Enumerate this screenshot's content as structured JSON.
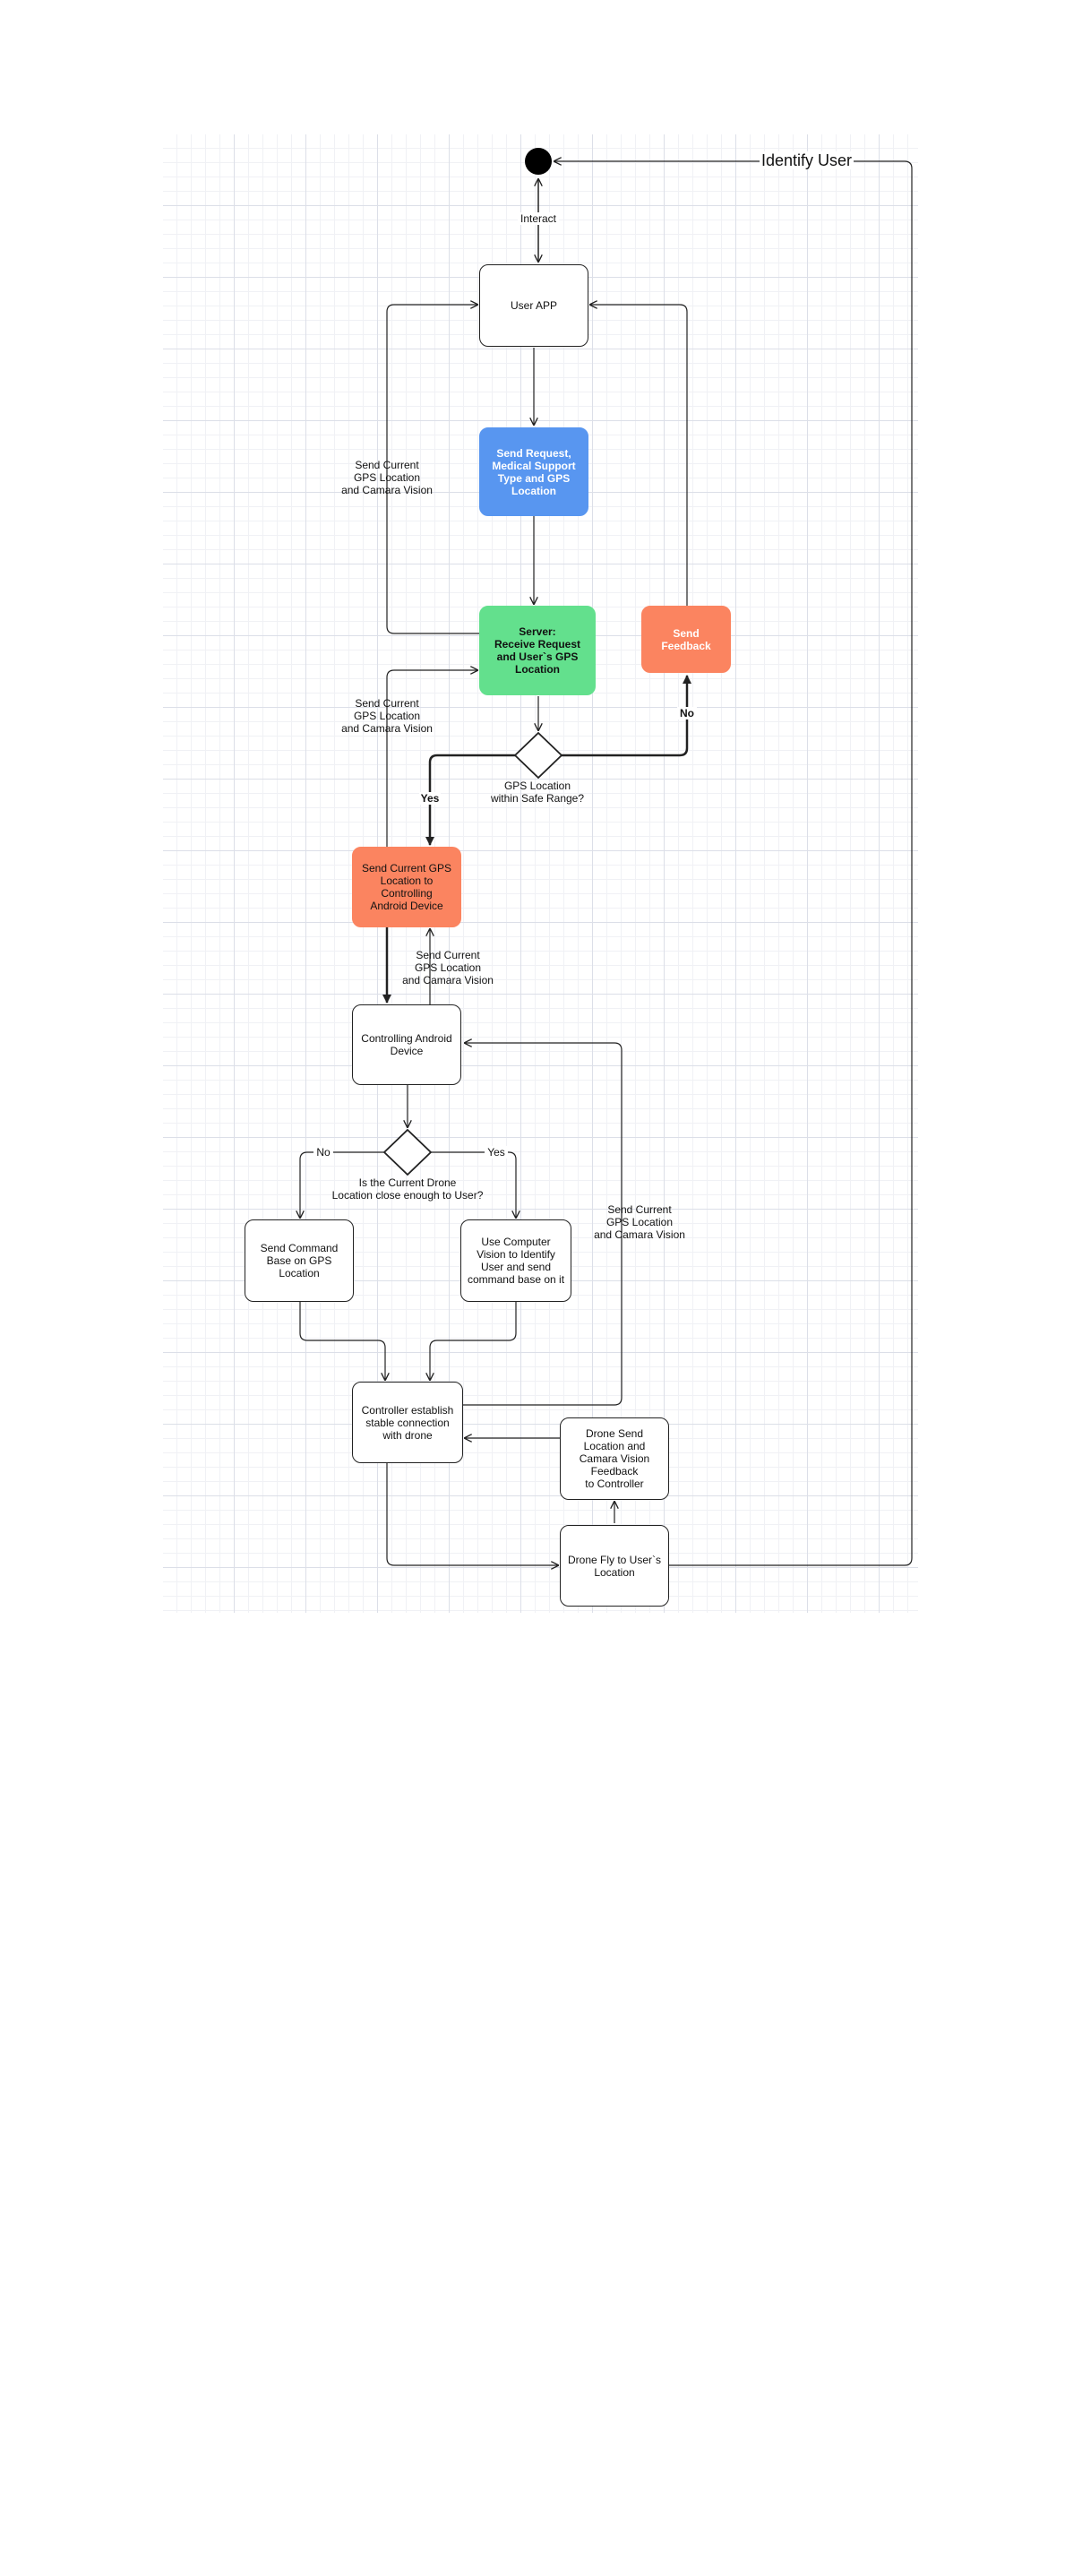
{
  "nodes": {
    "user_app": "User APP",
    "send_request": "Send Request,\nMedical Support\nType and  GPS\nLocation",
    "server": "Server:\nReceive Request\nand User`s GPS\nLocation",
    "send_feedback": "Send\nFeedback",
    "send_gps_android": "Send Current GPS\nLocation to\nControlling\nAndroid Device",
    "controlling_device": "Controlling Android\nDevice",
    "send_command_gps": "Send Command\nBase on GPS\nLocation",
    "computer_vision": "Use Computer\nVision to Identify\nUser and send\ncommand base on it",
    "controller_connection": "Controller establish\nstable connection\nwith drone",
    "drone_feedback": "Drone Send\nLocation and\nCamara Vision\nFeedback\nto Controller",
    "drone_fly": "Drone Fly to User`s\nLocation"
  },
  "labels": {
    "identify_user": "Identify User",
    "interact": "Interact",
    "gps_vision_1": "Send Current\nGPS Location\nand Camara Vision",
    "gps_vision_2": "Send Current\nGPS Location\nand Camara Vision",
    "gps_vision_3": "Send Current\nGPS Location\nand Camara Vision",
    "gps_vision_4": "Send Current\nGPS Location\nand Camara Vision",
    "safe_range": "GPS Location\nwithin Safe Range?",
    "yes_1": "Yes",
    "no_1": "No",
    "drone_close": "Is the Current Drone\nLocation close enough to User?",
    "no_2": "No",
    "yes_2": "Yes"
  },
  "colors": {
    "blue": "#5896f0",
    "green": "#63e08d",
    "orange": "#fb8460",
    "line": "#222222"
  }
}
